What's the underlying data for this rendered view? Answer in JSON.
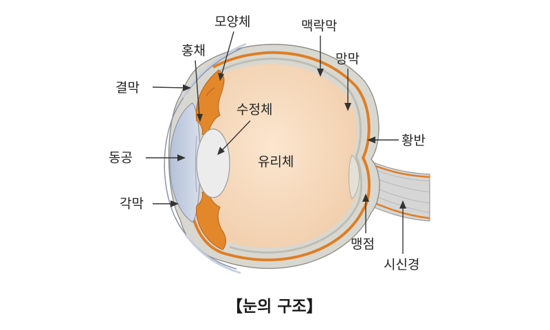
{
  "diagram": {
    "labels": {
      "ciliary_body": "모양체",
      "iris": "홍채",
      "conjunctiva": "결막",
      "lens": "수정체",
      "pupil": "동공",
      "vitreous": "유리체",
      "cornea": "각막",
      "choroid": "맥락막",
      "retina": "망막",
      "macula": "황반",
      "blind_spot": "맹점",
      "optic_nerve": "시신경"
    },
    "caption": "【눈의 구조】",
    "colors": {
      "sclera": "#d9d8d0",
      "vitreous": "#f6dcc0",
      "choroid": "#e07d22",
      "iris": "#e3872b",
      "cornea": "#c2cde0",
      "lens": "#ececec",
      "nerve": "#d8d8d8"
    }
  }
}
